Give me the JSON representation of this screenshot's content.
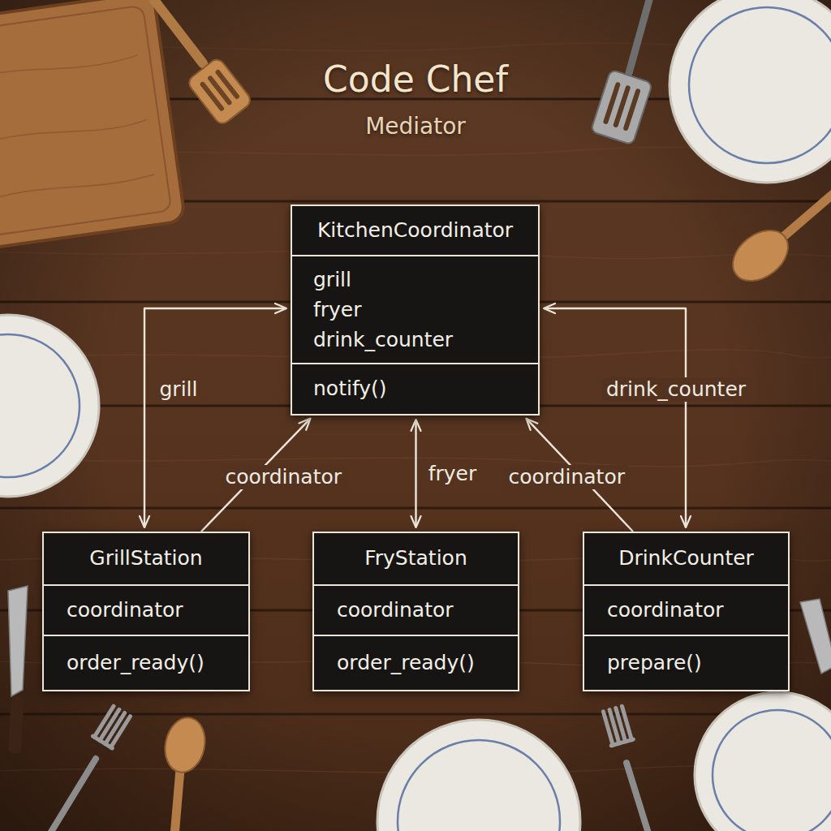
{
  "diagram": {
    "title": "Code Chef",
    "nodes": [
      {
        "text": [
          "KitchenCoordinator",
          "grill fryer drink_counter",
          "notify()"
        ]
      },
      {
        "text": [
          "GrillStation",
          "coordinator",
          "order_ready()"
        ]
      },
      {
        "text": [
          "FryStation",
          "coordinator",
          "order_ready()"
        ]
      },
      {
        "text": [
          "DrinkCounter",
          "coordinator",
          "prepare()"
        ]
      }
    ],
    "edges": [
      {
        "from": 0,
        "to": 1,
        "label": "grill",
        "arrow": "both"
      },
      {
        "from": 1,
        "to": 0,
        "label": "coordinator",
        "arrow": "to"
      },
      {
        "from": 0,
        "to": 2,
        "label": "fryer",
        "arrow": "both"
      },
      {
        "from": 3,
        "to": 0,
        "label": "coordinator",
        "arrow": "to"
      },
      {
        "from": 0,
        "to": 3,
        "label": "drink_counter",
        "arrow": "both"
      }
    ],
    "labels": [
      "Mediator"
    ]
  }
}
